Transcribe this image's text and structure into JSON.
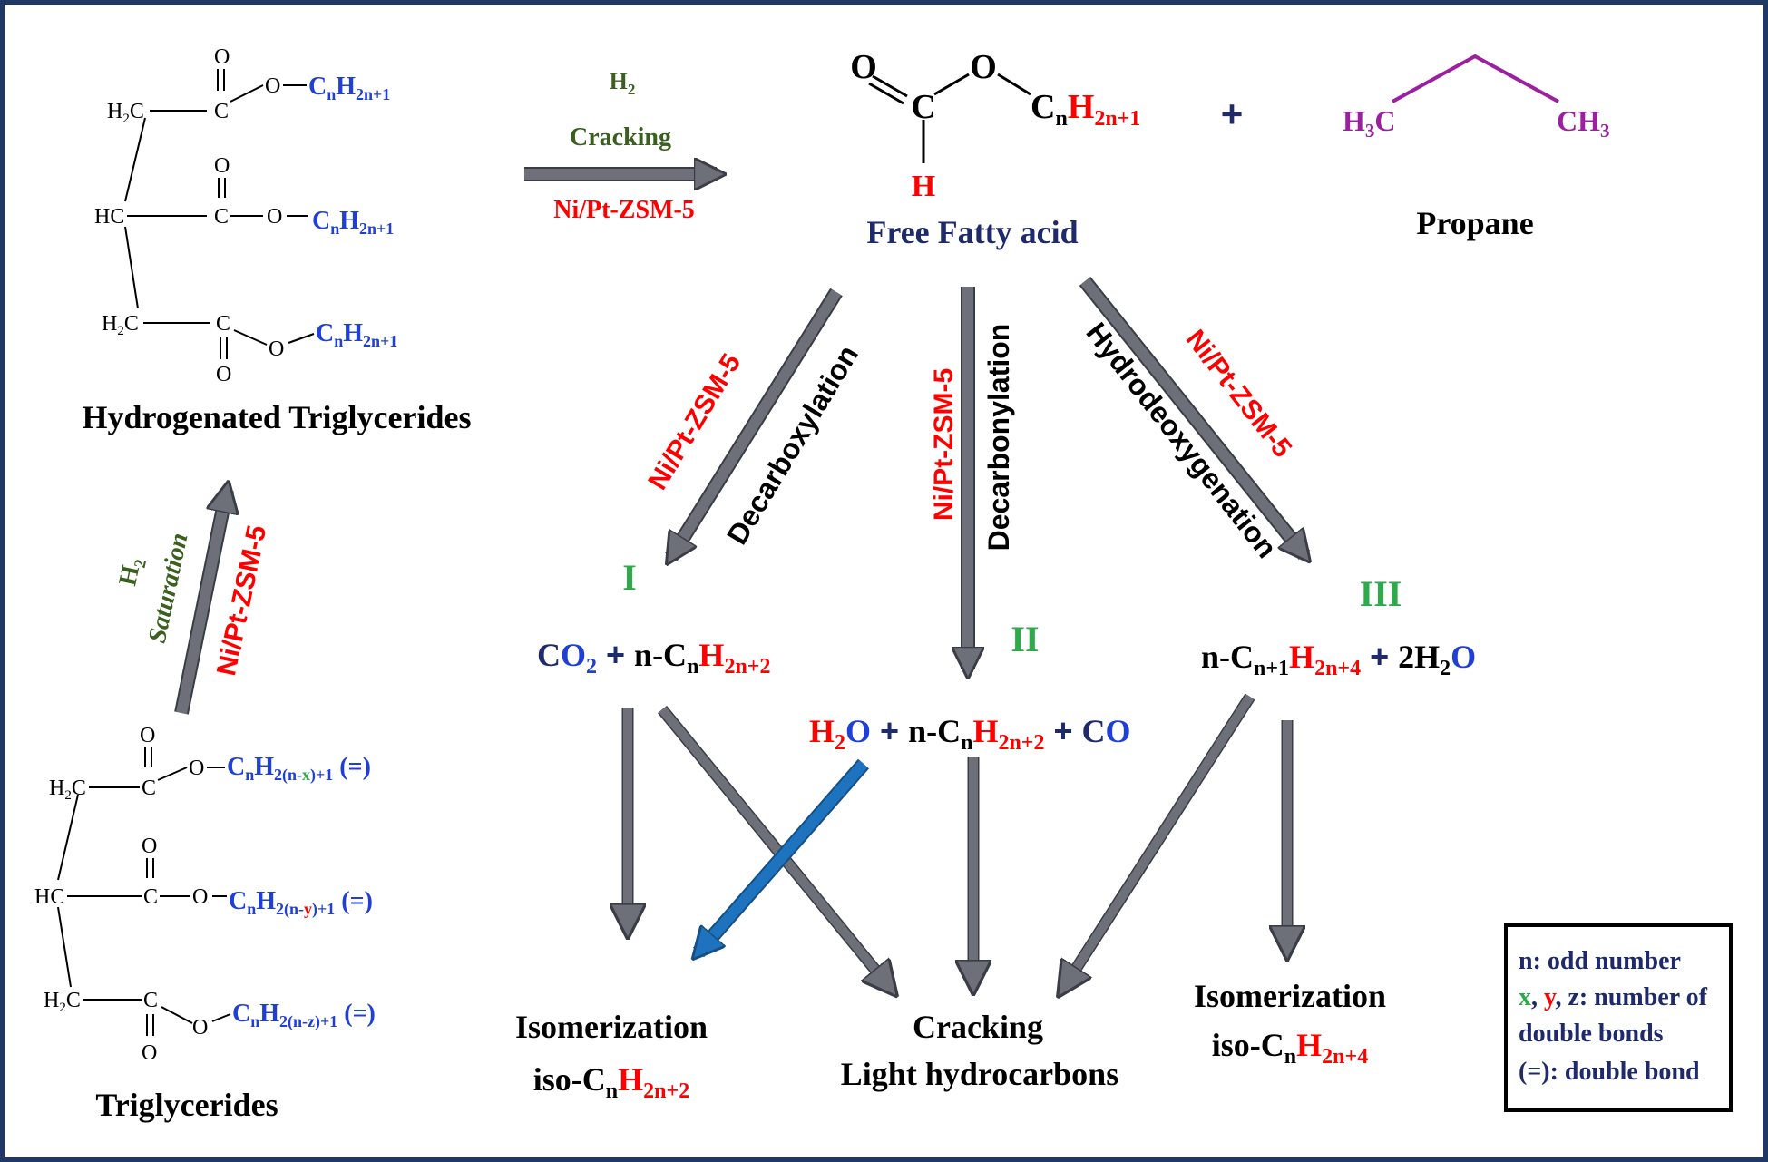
{
  "colors": {
    "navy": "#1f2a6b",
    "red": "#ff0000",
    "blue": "#1f3fd6",
    "green": "#3a5f1f",
    "bright_green": "#2eaa4a",
    "purple": "#9b1fa0",
    "arrow_gray": "#6d7078",
    "arrow_blue": "#1e73be",
    "frame": "#1f3864"
  },
  "top_reaction": {
    "reagent": "H2",
    "process": "Cracking",
    "catalyst": "Ni/Pt-ZSM-5"
  },
  "left_reaction": {
    "reagent": "H2",
    "process": "Saturation",
    "catalyst": "Ni/Pt-ZSM-5"
  },
  "labels": {
    "hydrogenated_triglycerides": "Hydrogenated Triglycerides",
    "triglycerides": "Triglycerides",
    "free_fatty_acid": "Free Fatty acid",
    "propane": "Propane",
    "plus": "+"
  },
  "ffa_molecule": {
    "o1": "O",
    "c": "C",
    "o2": "O",
    "h": "H",
    "chain_c": "C",
    "chain_n": "n",
    "chain_h": "H",
    "chain_sub": "2n+1"
  },
  "propane_molecule": {
    "left_group": "H3C",
    "right_group": "CH3"
  },
  "hydrogenated_molecule": {
    "ch2": "H2C",
    "ch": "HC",
    "c": "C",
    "o": "O",
    "chain": "CnH2n+1"
  },
  "triglyceride_molecule": {
    "ch2": "H2C",
    "ch": "HC",
    "c": "C",
    "o": "O",
    "chain_1": "CnH2(n-x)+1",
    "chain_2": "CnH2(n-y)+1",
    "chain_3": "CnH2(n-z)+1",
    "double_bond": "(=)"
  },
  "pathways": {
    "I": {
      "numeral": "I",
      "process": "Decarboxylation",
      "catalyst": "Ni/Pt-ZSM-5",
      "products": "CO2 + n-CnH2n+2"
    },
    "II": {
      "numeral": "II",
      "process": "Decarbonylation",
      "catalyst": "Ni/Pt-ZSM-5",
      "products": "H2O + n-CnH2n+2 + CO"
    },
    "III": {
      "numeral": "III",
      "process": "Hydrodeoxygenation",
      "catalyst": "Ni/Pt-ZSM-5",
      "products": "n-Cn+1H2n+4 + 2H2O"
    }
  },
  "outcomes": {
    "iso_left_title": "Isomerization",
    "iso_left_formula": "iso-CnH2n+2",
    "cracking_title": "Cracking",
    "cracking_sub": "Light hydrocarbons",
    "iso_right_title": "Isomerization",
    "iso_right_formula": "iso-CnH2n+4"
  },
  "legend": {
    "line1": "n: odd number",
    "line2_vars": "x, y, z",
    "line2_rest": ": number of",
    "line3": "double bonds",
    "line4": "(=): double bond"
  }
}
